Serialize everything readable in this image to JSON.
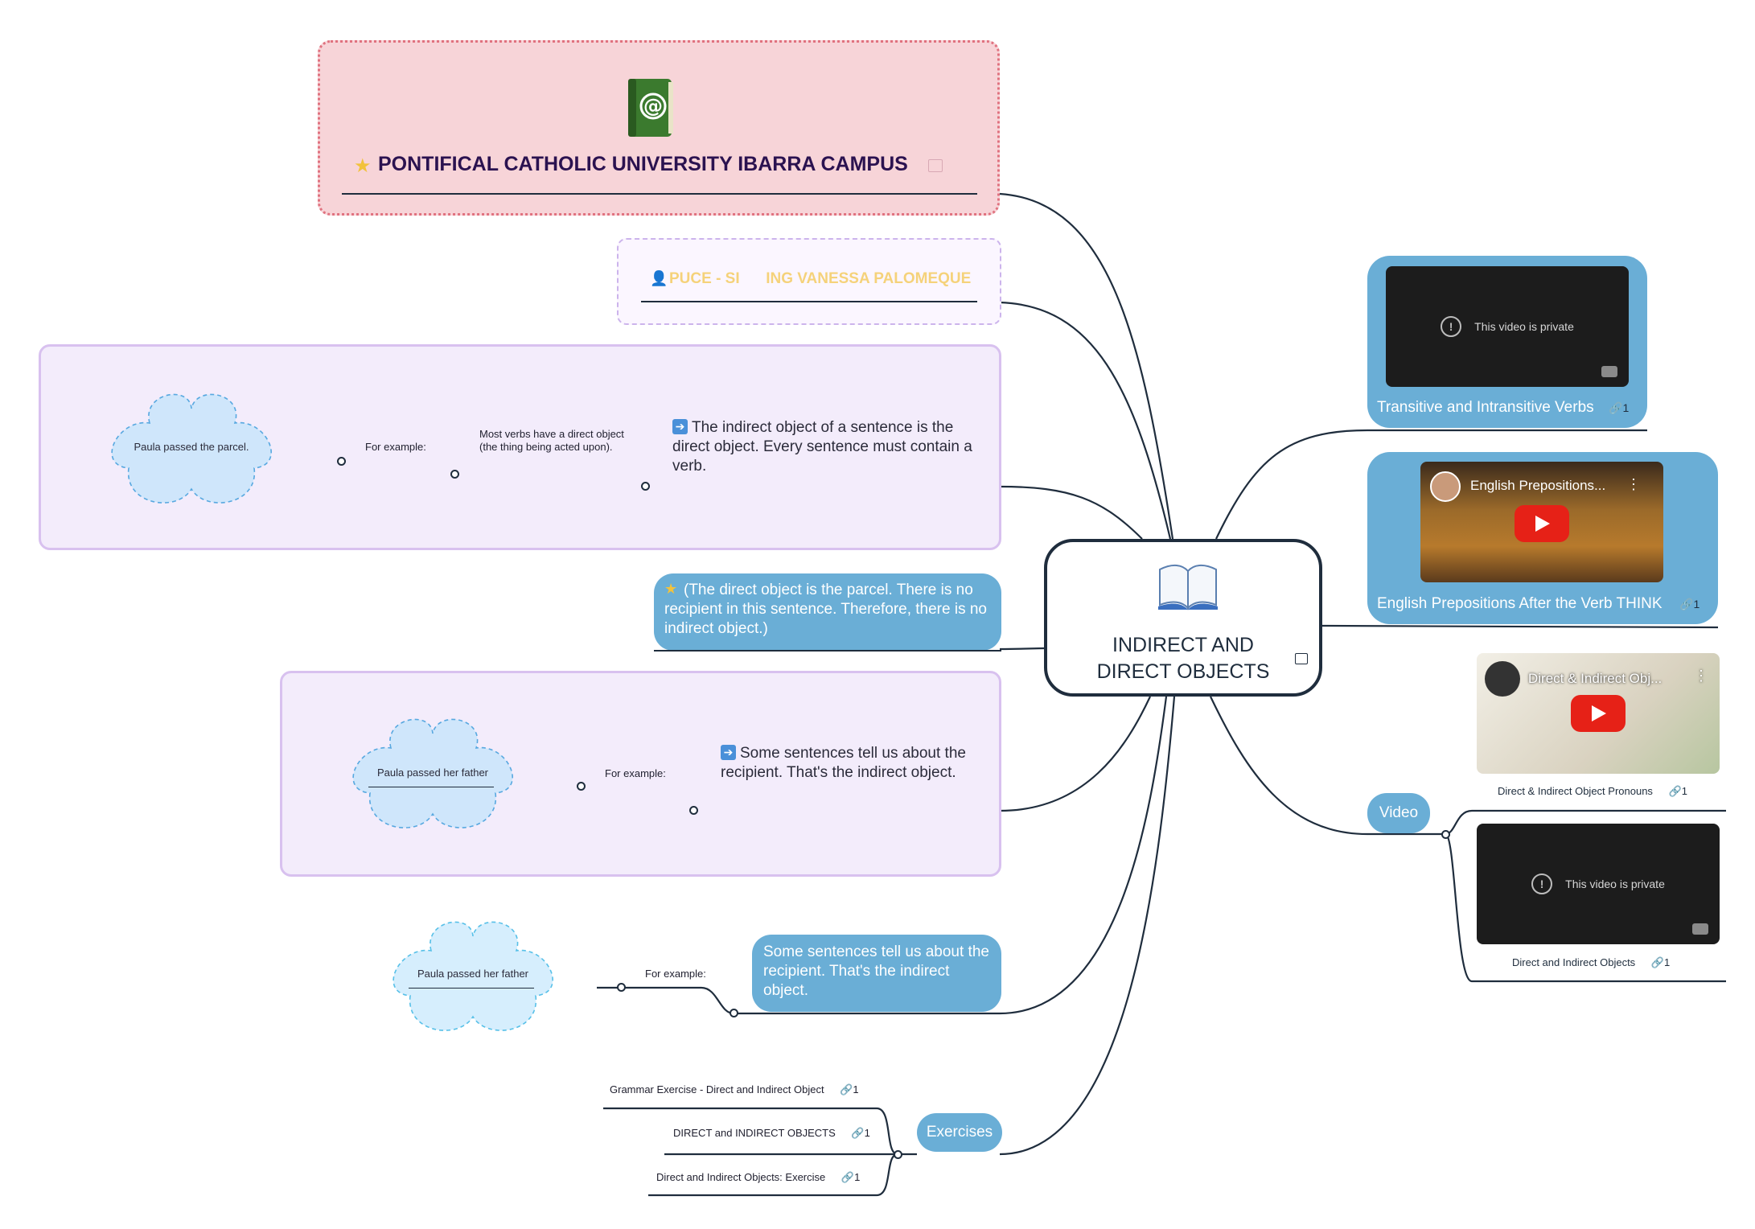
{
  "header": {
    "title": "PONTIFICAL CATHOLIC UNIVERSITY IBARRA CAMPUS",
    "subtitle_left": "PUCE - SI",
    "subtitle_right": "ING VANESSA PALOMEQUE"
  },
  "center": {
    "title": "INDIRECT AND DIRECT OBJECTS"
  },
  "branch1": {
    "text": "The indirect object of a sentence is the direct object. Every sentence must contain a verb.",
    "sub_text": "Most verbs have a direct object (the thing being acted upon).",
    "for_example": "For example:",
    "cloud": "Paula passed the parcel."
  },
  "note": {
    "text": "(The direct object is the parcel. There is no recipient in this sentence. Therefore, there is no indirect object.)"
  },
  "branch2": {
    "text": "Some sentences tell us about the recipient. That's the indirect object.",
    "for_example": "For example:",
    "cloud": "Paula passed her father"
  },
  "branch3": {
    "text": "Some sentences tell us about the recipient. That's the indirect object.",
    "for_example": "For example:",
    "cloud": "Paula passed her father"
  },
  "exercises": {
    "label": "Exercises",
    "items": [
      {
        "label": "Grammar Exercise - Direct and Indirect Object",
        "count": "1"
      },
      {
        "label": "DIRECT and INDIRECT OBJECTS",
        "count": "1"
      },
      {
        "label": "Direct and Indirect Objects: Exercise",
        "count": "1"
      }
    ]
  },
  "videos": {
    "private_text": "This video is private",
    "card1": {
      "caption": "Transitive and Intransitive Verbs",
      "count": "1"
    },
    "card2": {
      "caption": "English Prepositions After the Verb THINK",
      "count": "1",
      "thumb_title": "English Prepositions..."
    },
    "video_label": "Video",
    "item1": {
      "caption": "Direct & Indirect Object Pronouns",
      "count": "1",
      "thumb_title": "Direct & Indirect Obj..."
    },
    "item2": {
      "caption": "Direct and Indirect Objects",
      "count": "1"
    }
  },
  "colors": {
    "accent_blue": "#6aaed6",
    "header_pink": "#f7d4d8",
    "purple_box": "#f3ecfb",
    "line_dark": "#1f2d3d",
    "cloud_blue": "#cfe6fb"
  }
}
